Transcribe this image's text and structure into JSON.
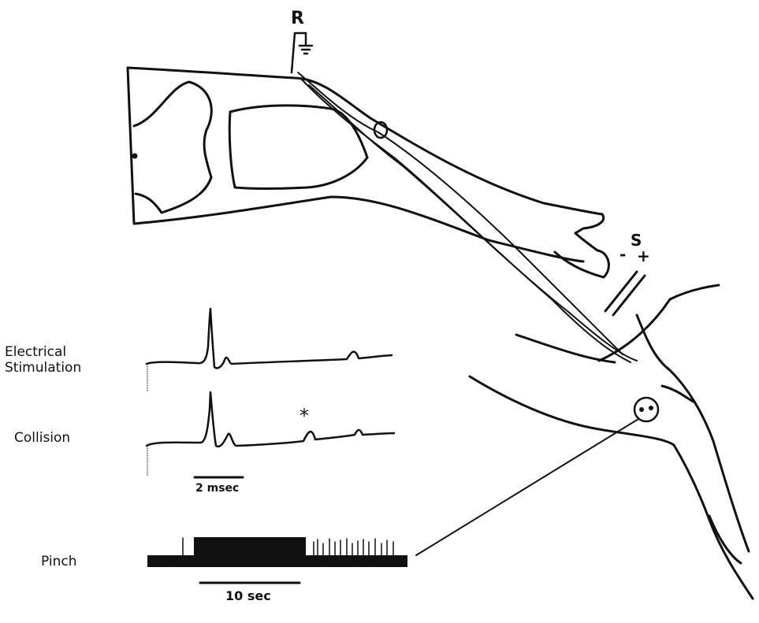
{
  "electrode_labels": {
    "recording": "R",
    "stimulating": "S",
    "stim_minus": "-",
    "stim_plus": "+"
  },
  "trace_labels": {
    "electrical_line1": "Electrical",
    "electrical_line2": "Stimulation",
    "collision": "Collision",
    "pinch": "Pinch"
  },
  "collision_marker": "*",
  "scale_bars": {
    "short": "2 msec",
    "long": "10 sec"
  },
  "colors": {
    "ink": "#111111",
    "background": "#ffffff"
  }
}
